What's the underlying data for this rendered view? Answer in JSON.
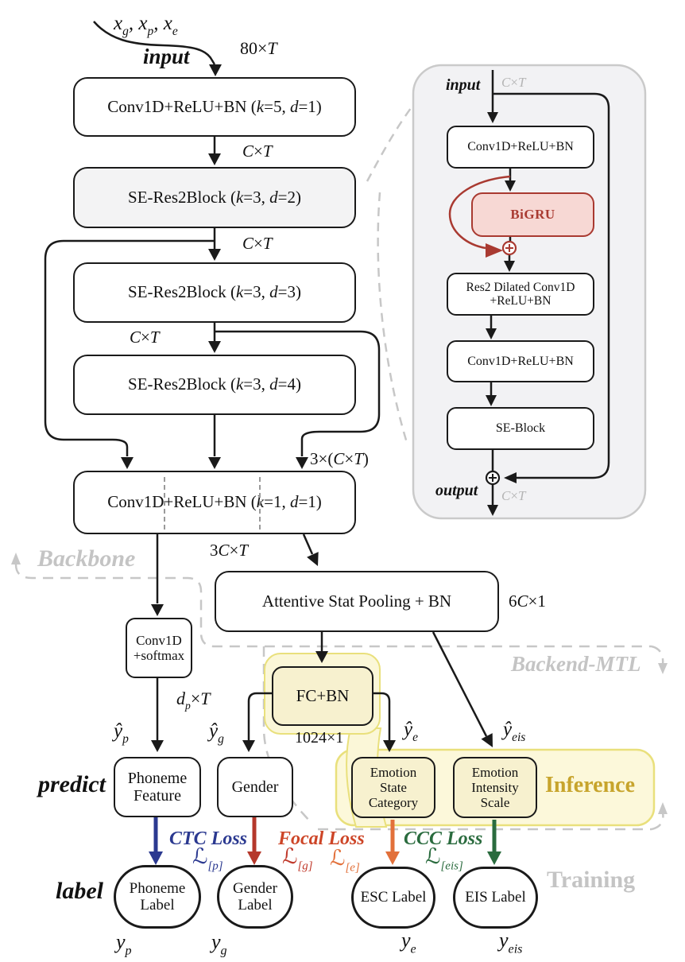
{
  "colors": {
    "loss_ctc": "#2b3990",
    "loss_focal": "#cd4527",
    "loss_ccc": "#2a6b3e",
    "loss_e": "#e2703a",
    "arrow_blue": "#2b3990",
    "arrow_red": "#b5382b",
    "arrow_orange": "#e2703a",
    "arrow_green": "#2a6b3e",
    "bigru_border": "#a93a31",
    "bigru_fill": "#f7d8d4",
    "inference_text": "#c7a42c",
    "band_fill": "#fcf8da",
    "band_border": "#e9e07c",
    "box_yellow_fill": "#f7f1cf",
    "gray_label": "#c4c4c4",
    "panel_fill": "#f2f2f4",
    "panel_border": "#cacaca",
    "seres_fill": "#f3f3f4"
  },
  "top": {
    "x1": "x",
    "s1": "g",
    "c1": ", ",
    "x2": "x",
    "s2": "p",
    "c2": ", ",
    "x3": "x",
    "s3": "e",
    "input": "input",
    "dim_n": "80",
    "times": "×",
    "dim_t": "T"
  },
  "dims": {
    "c": "C",
    "x": "×",
    "t": "T",
    "n3": "3",
    "open": "(",
    "close": ")",
    "n3c": "3",
    "n6": "6",
    "one": "1",
    "fc": "1024×1",
    "dp": "d",
    "dps": "p"
  },
  "blocks": {
    "b1": {
      "name": "Conv1D+ReLU+BN ",
      "open": "(",
      "k": "k",
      "keq": "=5, ",
      "d": "d",
      "deq": "=1)"
    },
    "b2": {
      "name": "SE-Res2Block ",
      "open": "(",
      "k": "k",
      "keq": "=3, ",
      "d": "d",
      "deq": "=2)"
    },
    "b3": {
      "name": "SE-Res2Block ",
      "open": "(",
      "k": "k",
      "keq": "=3, ",
      "d": "d",
      "deq": "=3)"
    },
    "b4": {
      "name": "SE-Res2Block ",
      "open": "(",
      "k": "k",
      "keq": "=3, ",
      "d": "d",
      "deq": "=4)"
    },
    "b5": {
      "name": "Conv1D+ReLU+BN ",
      "open": "(",
      "k": "k",
      "keq": "=1, ",
      "d": "d",
      "deq": "=1)"
    },
    "asp": "Attentive Stat Pooling + BN",
    "softmax1": "Conv1D",
    "softmax2": "+softmax",
    "fc": "FC+BN"
  },
  "inset": {
    "input": "input",
    "conv": "Conv1D+ReLU+BN",
    "bigru": "BiGRU",
    "res2a": "Res2 Dilated Conv1D",
    "res2b": "+ReLU+BN",
    "conv2": "Conv1D+ReLU+BN",
    "se": "SE-Block",
    "output": "output"
  },
  "predict": {
    "caption": "predict",
    "ph1": "Phoneme",
    "ph2": "Feature",
    "gender": "Gender",
    "esc1": "Emotion",
    "esc2": "State",
    "esc3": "Category",
    "eis1": "Emotion",
    "eis2": "Intensity",
    "eis3": "Scale"
  },
  "labels": {
    "caption": "label",
    "ph1": "Phoneme",
    "ph2": "Label",
    "g1": "Gender",
    "g2": "Label",
    "esc": "ESC Label",
    "eis": "EIS Label"
  },
  "losses": {
    "ctc": "CTC Loss",
    "focal": "Focal Loss",
    "ccc": "CCC Loss",
    "L": "ℒ",
    "p": "[p]",
    "g": "[g]",
    "e": "[e]",
    "eis": "[eis]"
  },
  "yhat": {
    "b": "ŷ",
    "p": "p",
    "g": "g",
    "e": "e",
    "eis": "eis"
  },
  "ytrue": {
    "b": "y",
    "p": "p",
    "g": "g",
    "e": "e",
    "eis": "eis"
  },
  "regions": {
    "backbone": "Backbone",
    "backend": "Backend-MTL",
    "inference": "Inference",
    "training": "Training"
  }
}
